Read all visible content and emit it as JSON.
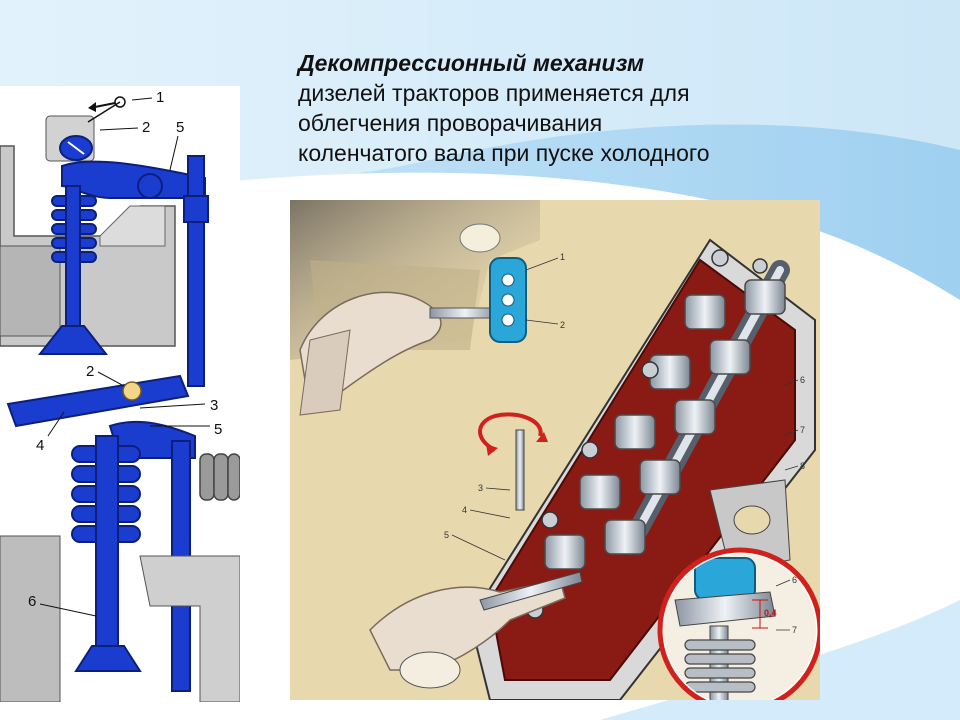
{
  "slide": {
    "heading": "Декомпрессионный механизм",
    "body_lines": [
      "дизелей тракторов применяется для",
      "облегчения проворачивания",
      "коленчатого вала при пуске холодного"
    ]
  },
  "left_figure": {
    "top_callouts": [
      "1",
      "2",
      "5"
    ],
    "bottom_callouts": [
      "2",
      "3",
      "5",
      "4",
      "6"
    ]
  },
  "right_figure": {
    "callouts": [
      "1",
      "2",
      "3",
      "4",
      "5",
      "6",
      "7",
      "8"
    ],
    "inset_callouts": [
      "6",
      "7"
    ],
    "inset_dimension": "0,4"
  },
  "colors": {
    "part_blue": "#1a3dcf",
    "slide_bg_blue": "#aad6f2",
    "diagram_bg": "#e7d8ae",
    "cylinder_head_red": "#8a1a14"
  }
}
